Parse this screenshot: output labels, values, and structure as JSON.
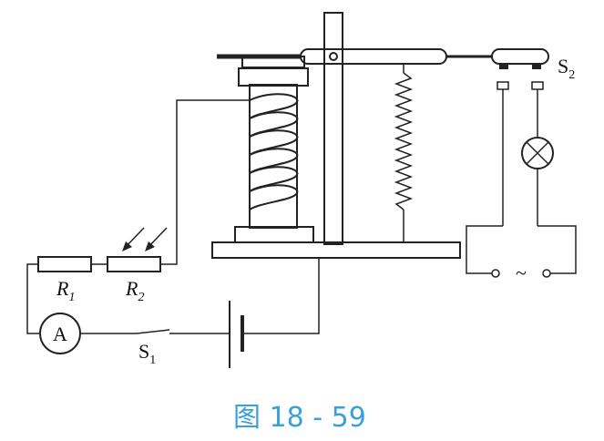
{
  "labels": {
    "r1": {
      "main": "R",
      "sub": "1"
    },
    "r2": {
      "main": "R",
      "sub": "2"
    },
    "s1": {
      "main": "S",
      "sub": "1"
    },
    "s2": {
      "main": "S",
      "sub": "2"
    },
    "ammeter": "A",
    "ac_symbol": "~"
  },
  "caption": "图 18 - 59",
  "colors": {
    "line": "#222222",
    "caption": "#3aa0d8"
  }
}
